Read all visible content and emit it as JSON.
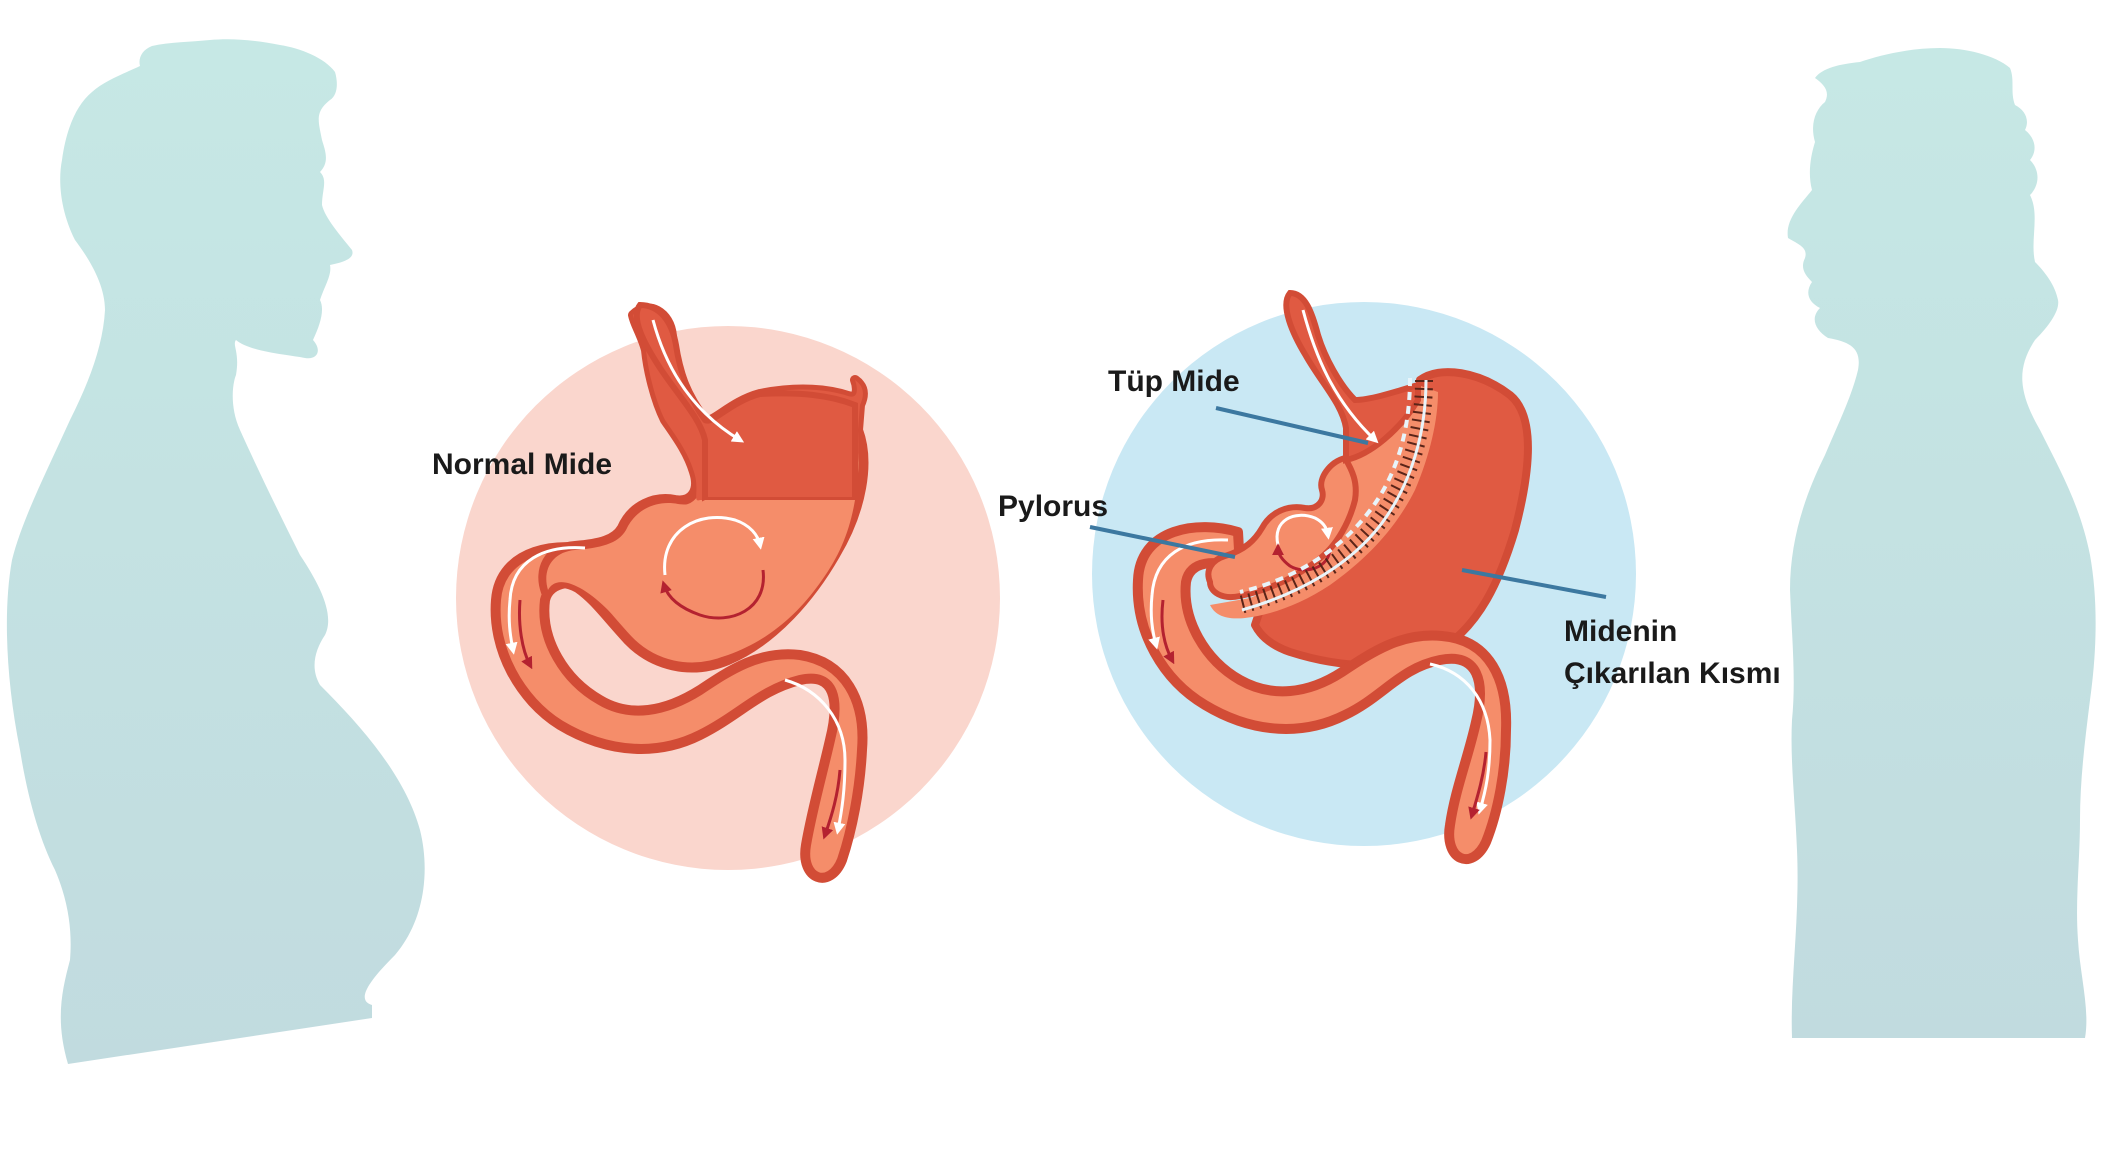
{
  "labels": {
    "normal_stomach": "Normal Mide",
    "tube_stomach": "Tüp Mide",
    "pylorus": "Pylorus",
    "removed_part_line1": "Midenin",
    "removed_part_line2": "Çıkarılan Kısmı"
  },
  "colors": {
    "silhouette": "#c6e6e4",
    "silhouette_bottom": "#c1dde0",
    "circle_left": "#fad6cd",
    "circle_right": "#c9e8f4",
    "stomach_dark": "#e05a42",
    "stomach_light": "#f58d6a",
    "stomach_outline": "#d24c36",
    "arrow_dark": "#b42230",
    "arrow_light": "#ffffff",
    "leader_line": "#3c78a0",
    "staple_line": "#5a2418"
  }
}
